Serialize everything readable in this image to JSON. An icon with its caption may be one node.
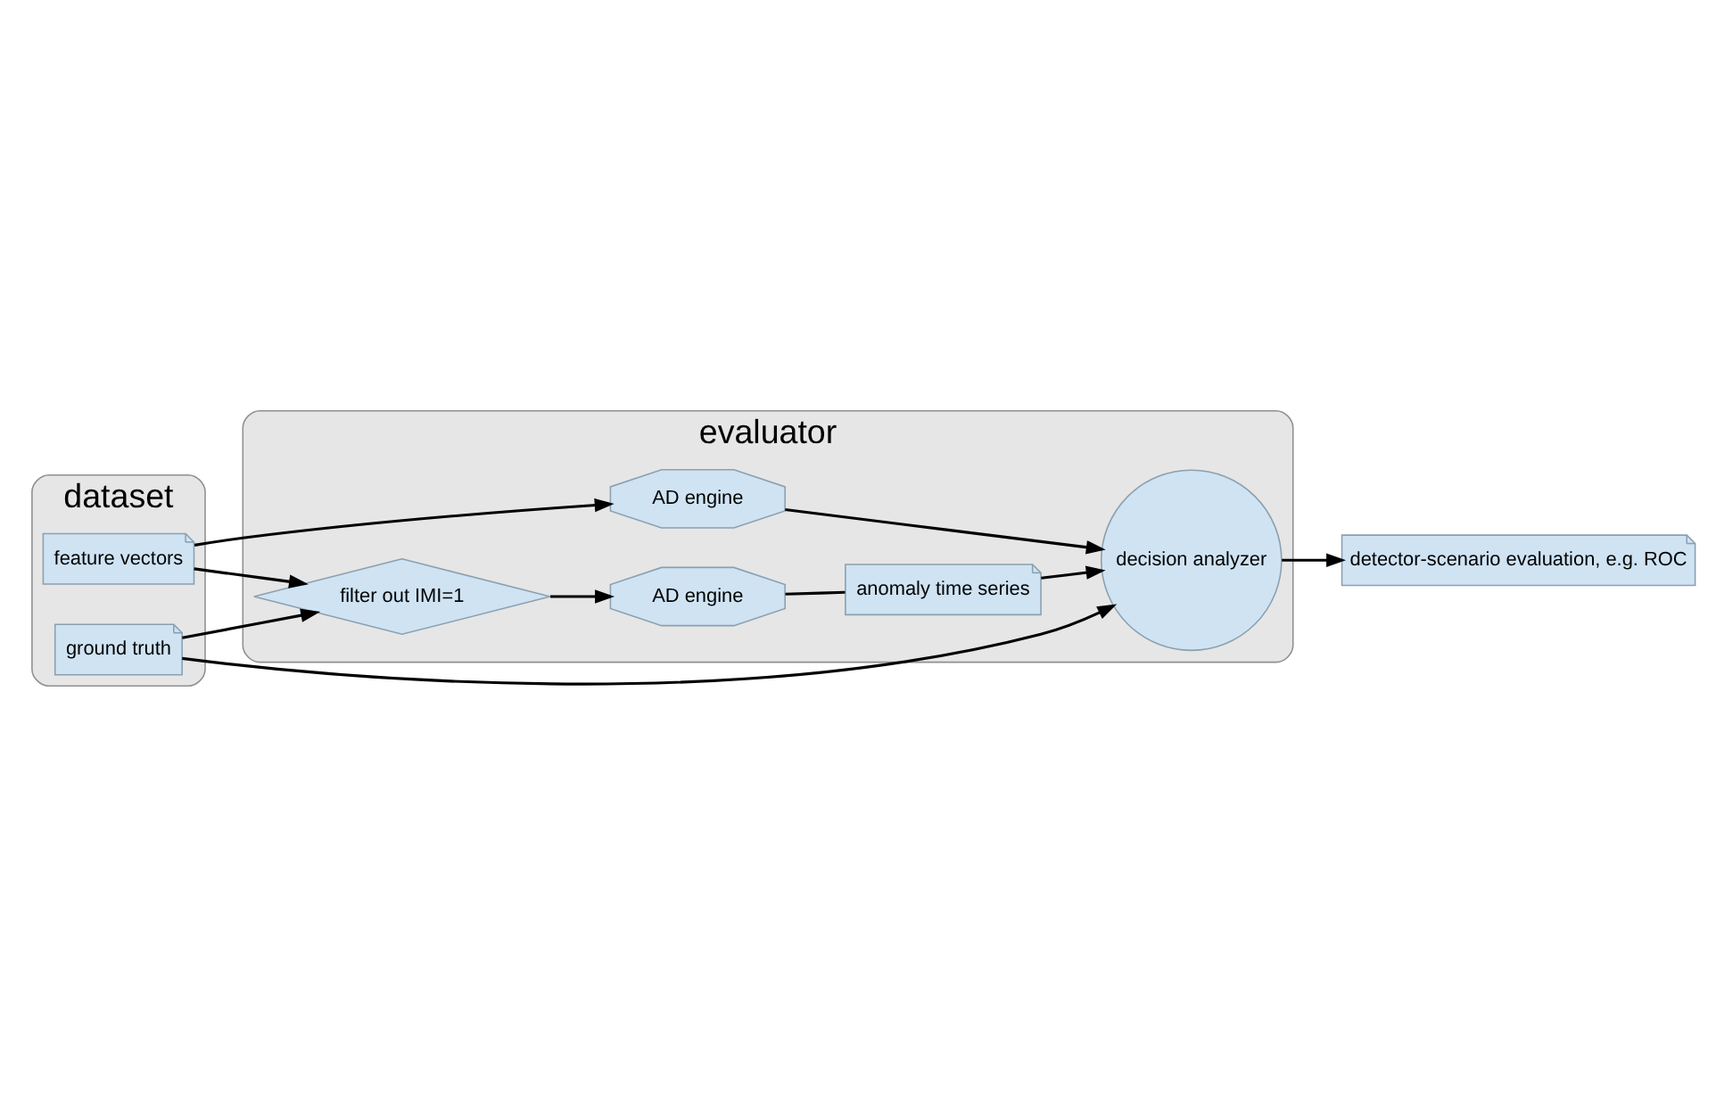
{
  "diagram": {
    "nodes": [
      {
        "text": [
          "dataset"
        ]
      },
      {
        "text": [
          "feature vectors"
        ],
        "in": 0
      },
      {
        "text": [
          "ground truth"
        ],
        "in": 0
      },
      {
        "text": [
          "evaluator"
        ]
      },
      {
        "text": [
          "AD engine"
        ],
        "in": 3
      },
      {
        "text": [
          "AD engine"
        ],
        "in": 3
      },
      {
        "text": [
          "filter out IMI=1"
        ],
        "in": 3
      },
      {
        "text": [
          "anomaly time series"
        ],
        "in": 3
      },
      {
        "text": [
          "decision analyzer"
        ],
        "in": 3
      },
      {
        "text": [
          "detector-scenario evaluation, e.g. ROC"
        ]
      }
    ],
    "edges": [
      {
        "from": 1,
        "to": 4,
        "arrow": "to"
      },
      {
        "from": 1,
        "to": 6,
        "arrow": "to"
      },
      {
        "from": 6,
        "to": 5,
        "arrow": "to"
      },
      {
        "from": 2,
        "to": 6,
        "arrow": "to"
      },
      {
        "from": 2,
        "to": 8,
        "arrow": "to"
      },
      {
        "from": 4,
        "to": 8,
        "arrow": "to"
      },
      {
        "from": 5,
        "to": 7,
        "arrow": "none"
      },
      {
        "from": 7,
        "to": 8,
        "arrow": "to"
      },
      {
        "from": 8,
        "to": 9,
        "arrow": "to"
      }
    ]
  }
}
